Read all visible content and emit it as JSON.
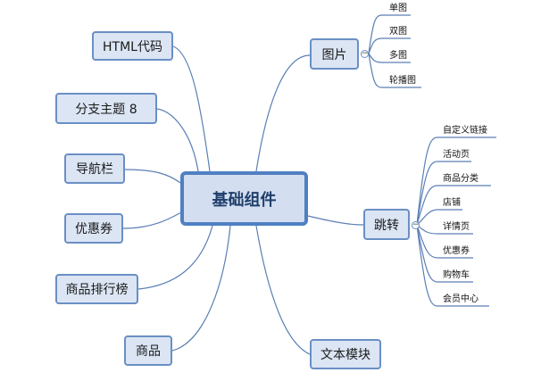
{
  "central": {
    "label": "基础组件"
  },
  "left_branches": [
    {
      "label": "HTML代码"
    },
    {
      "label": "分支主题 8"
    },
    {
      "label": "导航栏"
    },
    {
      "label": "优惠券"
    },
    {
      "label": "商品排行榜"
    },
    {
      "label": "商品"
    }
  ],
  "right_branches": {
    "images": {
      "label": "图片",
      "children": [
        "单图",
        "双图",
        "多图",
        "轮播图"
      ]
    },
    "jump": {
      "label": "跳转",
      "children": [
        "自定义链接",
        "活动页",
        "商品分类",
        "店铺",
        "详情页",
        "优惠券",
        "购物车",
        "会员中心"
      ]
    },
    "text": {
      "label": "文本模块"
    }
  },
  "colors": {
    "line": "#5b7fb5",
    "node_fill": "#dbe5f4",
    "node_border": "#6a8fc4",
    "central_border": "#4f80c2"
  },
  "collapse_symbol": "−"
}
